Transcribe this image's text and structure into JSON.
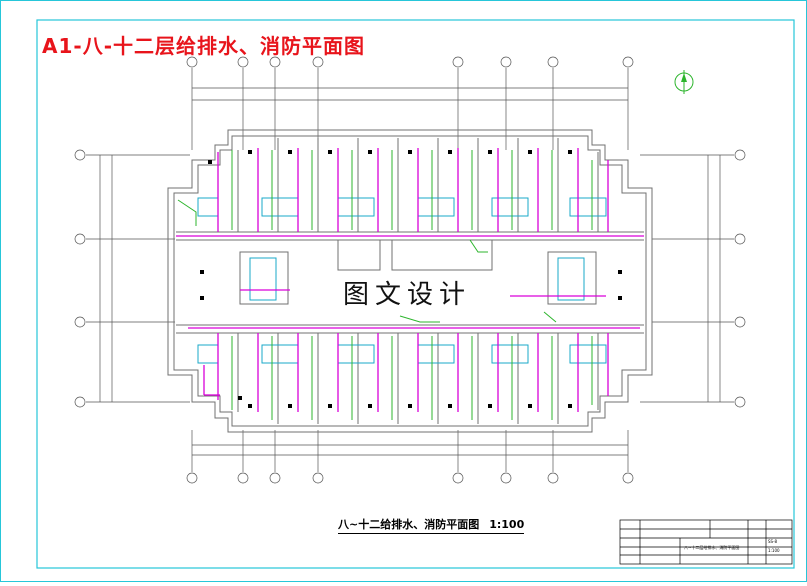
{
  "title": "A1-八-十二层给排水、消防平面图",
  "watermark": "图文设计",
  "caption": {
    "name": "八~十二给排水、消防平面图",
    "scale": "1:100"
  },
  "title_block": {
    "drawing_name": "八~十二层给排水、消防平面图",
    "sheet_no": "SS-8",
    "scale": "1:100"
  },
  "colors": {
    "border": "#26c6d9",
    "title": "#e8141b",
    "water_supply": "#d900d9",
    "drainage": "#2db52d",
    "walls": "#707070",
    "fixtures": "#1aa9c9"
  },
  "icons": {
    "north_arrow": "north-arrow-icon"
  }
}
